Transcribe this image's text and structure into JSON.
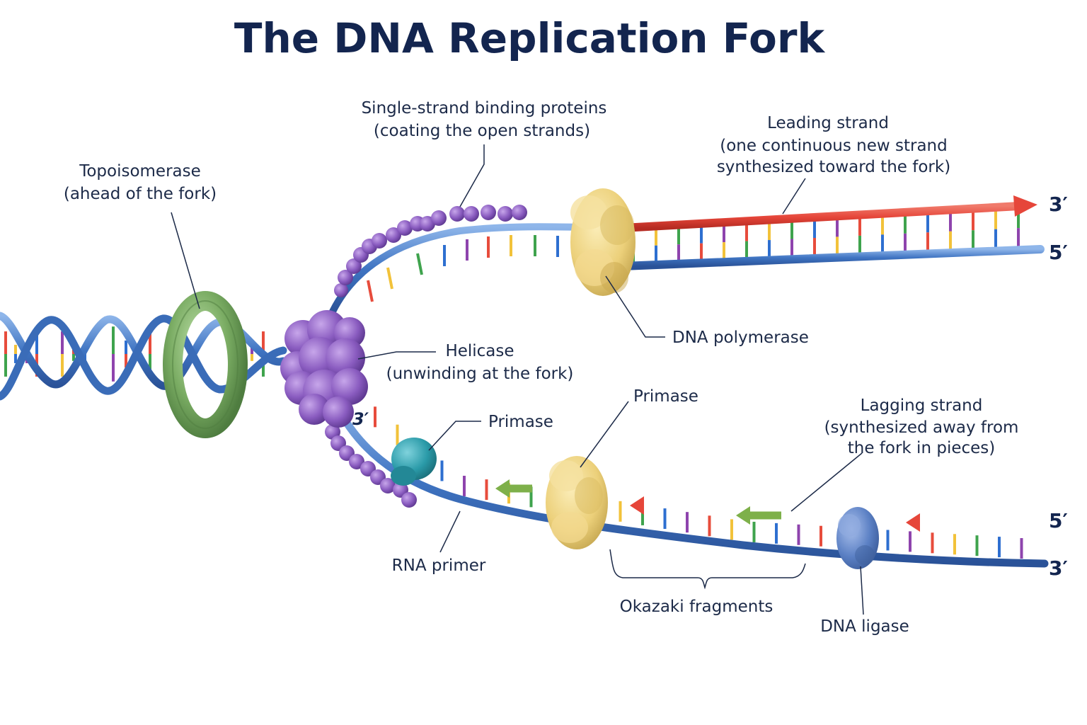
{
  "title": "The DNA Replication Fork",
  "labels": {
    "topoisomerase": {
      "line1": "Topoisomerase",
      "line2": "(ahead of the fork)"
    },
    "ssb": {
      "line1": "Single-strand binding proteins",
      "line2": "(coating the open strands)"
    },
    "leading": {
      "line1": "Leading strand",
      "line2": "(one continuous new strand",
      "line3": "synthesized toward the fork)"
    },
    "helicase": {
      "line1": "Helicase",
      "line2": "(unwinding at the fork)"
    },
    "polymerase": "DNA polymerase",
    "primase_left": "Primase",
    "primase_mid": "Primase",
    "lagging": {
      "line1": "Lagging strand",
      "line2": "(synthesized away from",
      "line3": "the fork in pieces)"
    },
    "rna_primer": "RNA primer",
    "okazaki": "Okazaki fragments",
    "ligase": "DNA ligase"
  },
  "ends": {
    "top_new": "3′",
    "top_template": "5′",
    "bottom_new": "5′",
    "bottom_template": "3′",
    "fork_lagging": "3′"
  },
  "colors": {
    "title": "#13254f",
    "label": "#1c2a48",
    "backbone": "#3f74c2",
    "backbone_light": "#8fb6ea",
    "new_strand": "#e6463a",
    "primer": "#7eb04a",
    "helicase": "#8a5cc0",
    "ssb": "#9a6cc9",
    "topoisomerase": "#79ab62",
    "polymerase": "#ecd07a",
    "primase": "#2a9aa8",
    "ligase": "#5b80c4",
    "bases": [
      "#e74c3c",
      "#f2c23a",
      "#3fa34d",
      "#2e6fd0",
      "#8e44ad"
    ]
  }
}
